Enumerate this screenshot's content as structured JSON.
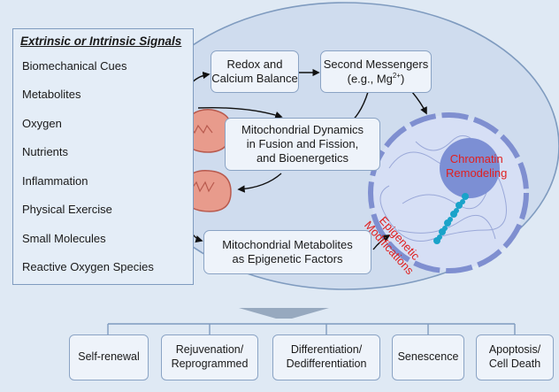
{
  "signals": {
    "title": "Extrinsic or Intrinsic Signals",
    "items": [
      "Biomechanical Cues",
      "Metabolites",
      "Oxygen",
      "Nutrients",
      "Inflammation",
      "Physical Exercise",
      "Small Molecules",
      "Reactive Oxygen Species"
    ]
  },
  "boxes": {
    "redox": [
      "Redox and",
      "Calcium Balance"
    ],
    "messengers": [
      "Second Messengers",
      "(e.g., Mg",
      "2+",
      ")"
    ],
    "dynamics": [
      "Mitochondrial Dynamics",
      "in Fusion and Fission,",
      "and Bioenergetics"
    ],
    "metabolites": [
      "Mitochondrial Metabolites",
      "as Epigenetic Factors"
    ]
  },
  "nucleus_labels": {
    "chromatin": [
      "Chromatin",
      "Remodeling"
    ],
    "epigenetic": [
      "Epigenetic",
      "Modifications"
    ]
  },
  "outcomes": [
    [
      "Self-renewal"
    ],
    [
      "Rejuvenation/",
      "Reprogrammed"
    ],
    [
      "Differentiation/",
      "Dedifferentiation"
    ],
    [
      "Senescence"
    ],
    [
      "Apoptosis/",
      "Cell Death"
    ]
  ],
  "colors": {
    "background": "#dfe9f4",
    "cell_fill": "#cfdcee",
    "cell_stroke": "#7f9bbf",
    "box_border": "#8aa3c4",
    "nucleus": "#aab9e0",
    "nucleolus": "#7c8fd4",
    "mitochondria": "#e89b8c",
    "red_text": "#e02020",
    "dna": "#1aa3c9"
  }
}
